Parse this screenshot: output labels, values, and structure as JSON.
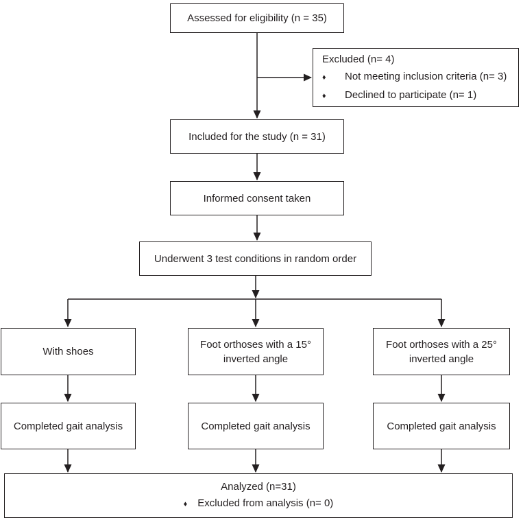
{
  "figure": {
    "type": "flow-diagram",
    "background": "#ffffff",
    "line_color": "#231f20",
    "bullet_glyph": "♦",
    "nodes": {
      "assessed": {
        "label": "Assessed for eligibility (n = 35)"
      },
      "excluded": {
        "title": "Excluded (n= 4)",
        "items": [
          "Not meeting inclusion criteria (n= 3)",
          "Declined to participate (n= 1)"
        ]
      },
      "included": {
        "label": "Included for the study (n = 31)"
      },
      "consent": {
        "label": "Informed consent taken"
      },
      "conditions": {
        "label": "Underwent 3 test conditions in random order"
      },
      "shoes": {
        "label": "With shoes"
      },
      "orthoses15": {
        "label": "Foot orthoses with a 15° inverted angle"
      },
      "orthoses25": {
        "label": "Foot orthoses with a 25° inverted angle"
      },
      "gait_shoes": {
        "label": "Completed gait analysis"
      },
      "gait_15": {
        "label": "Completed gait analysis"
      },
      "gait_25": {
        "label": "Completed gait analysis"
      },
      "analyzed": {
        "title": "Analyzed (n=31)",
        "items": [
          "Excluded from analysis (n= 0)"
        ]
      }
    }
  }
}
